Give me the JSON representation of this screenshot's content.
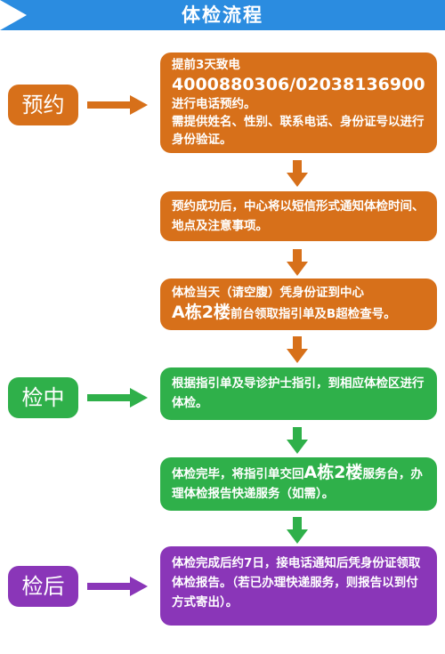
{
  "header": {
    "title": "体检流程"
  },
  "stages": {
    "reserve": "预约",
    "during": "检中",
    "after": "检后"
  },
  "steps": {
    "s1": {
      "line1": "提前3天致电",
      "phone": "4000880306/02038136900",
      "line3": "进行电话预约。",
      "line4": "需提供姓名、性别、联系电话、身份证号以进行身份验证。"
    },
    "s2": {
      "text": "预约成功后，中心将以短信形式通知体检时间、地点及注意事项。"
    },
    "s3": {
      "line1": "体检当天（请空腹）凭身份证到中心",
      "big": "A栋2楼",
      "rest": "前台领取指引单及B超检查号。"
    },
    "s4": {
      "text": "根据指引单及导诊护士指引，到相应体检区进行体检。"
    },
    "s5": {
      "pre": "体检完毕，将指引单交回",
      "big": "A栋2楼",
      "post": "服务台，办理体检报告快递服务（如需）。"
    },
    "s6": {
      "text": "体检完成后约7日，接电话通知后凭身份证领取体检报告。（若已办理快递服务，则报告以到付方式寄出）。"
    }
  },
  "colors": {
    "header": "#2b8ce0",
    "orange": "#d7701a",
    "green": "#2fb04a",
    "purple": "#8a36b8"
  }
}
